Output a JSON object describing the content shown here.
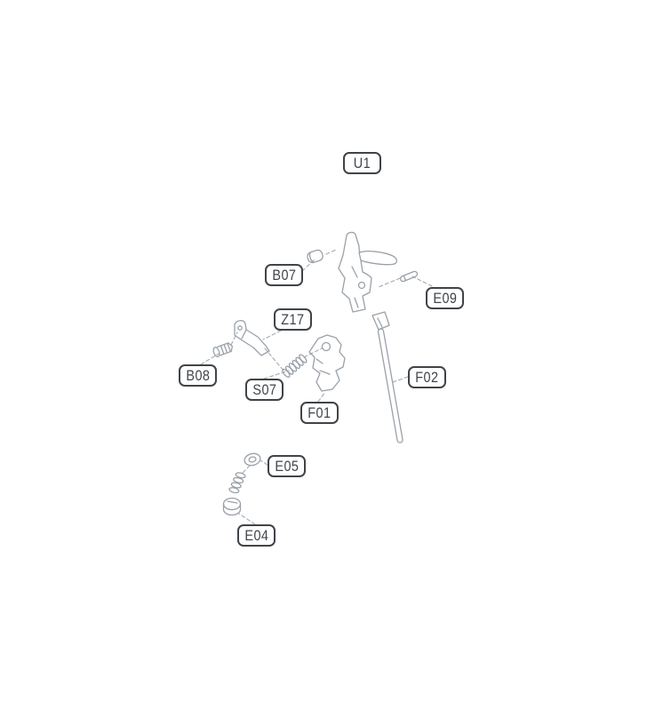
{
  "diagram": {
    "type": "exploded-parts-diagram",
    "labels": {
      "u1": "U1",
      "b07": "B07",
      "e09": "E09",
      "z17": "Z17",
      "b08": "B08",
      "s07": "S07",
      "f01": "F01",
      "f02": "F02",
      "e05": "E05",
      "e04": "E04"
    },
    "colors": {
      "line": "#9aa1a9",
      "leader": "#aab0b7",
      "label": "#3f4449",
      "background": "#ffffff"
    }
  }
}
